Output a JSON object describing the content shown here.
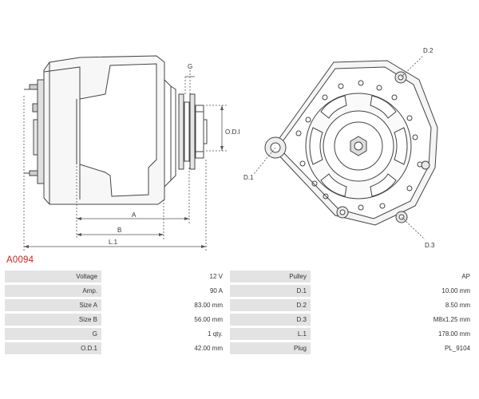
{
  "part_code": "A0094",
  "drawing": {
    "labels": {
      "g": "G",
      "odi": "O.D.I",
      "a": "A",
      "b": "B",
      "l1": "L.1",
      "d1": "D.1",
      "d2": "D.2",
      "d3": "D.3"
    }
  },
  "specs": {
    "rows": [
      {
        "label": "Voltage",
        "value": "12 V",
        "label2": "Pulley",
        "value2": "AP"
      },
      {
        "label": "Amp.",
        "value": "90 A",
        "label2": "D.1",
        "value2": "10.00 mm"
      },
      {
        "label": "Size A",
        "value": "83.00 mm",
        "label2": "D.2",
        "value2": "8.50 mm"
      },
      {
        "label": "Size B",
        "value": "56.00 mm",
        "label2": "D.3",
        "value2": "M8x1.25 mm"
      },
      {
        "label": "G",
        "value": "1 qty.",
        "label2": "L.1",
        "value2": "178.00 mm"
      },
      {
        "label": "O.D.1",
        "value": "42.00 mm",
        "label2": "Plug",
        "value2": "PL_9104"
      }
    ]
  }
}
